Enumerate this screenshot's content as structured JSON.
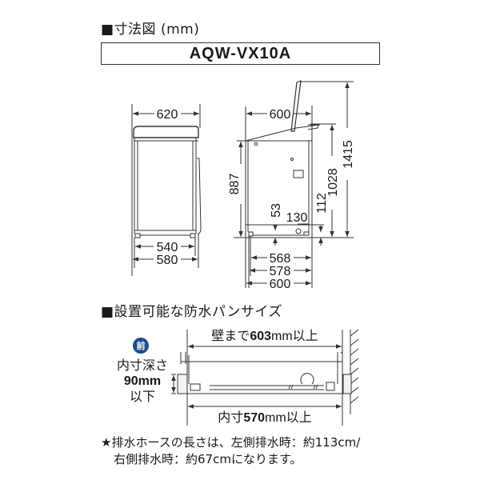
{
  "section1": {
    "title": "■寸法図 (mm)",
    "model": "AQW-VX10A"
  },
  "front_view": {
    "width_top": "620",
    "inner_base": "540",
    "outer_base": "580"
  },
  "side_view": {
    "depth_top": "600",
    "height_body": "887",
    "height_lid_open": "1415",
    "height_lid_top": "1028",
    "drain_height": "53",
    "drain_offset": "130",
    "drain_level": "112",
    "base_568": "568",
    "base_578": "578",
    "base_600": "600"
  },
  "section2": {
    "title": "■設置可能な防水パンサイズ",
    "to_wall_label": "壁まで603mm以上",
    "to_wall_prefix": "壁まで",
    "to_wall_value": "603",
    "to_wall_suffix": "mm以上",
    "front_badge": "前",
    "depth_line1": "内寸深さ",
    "depth_value": "90mm",
    "depth_line3": "以下",
    "inner_prefix": "内寸",
    "inner_value": "570",
    "inner_suffix": "mm以上"
  },
  "footnote": {
    "line1": "★排水ホースの長さは、左側排水時：約113cm/",
    "line2": "右側排水時：約67cmになります。"
  },
  "colors": {
    "line": "#333333",
    "badge": "#1e4d8c",
    "text": "#1a1a1a"
  }
}
